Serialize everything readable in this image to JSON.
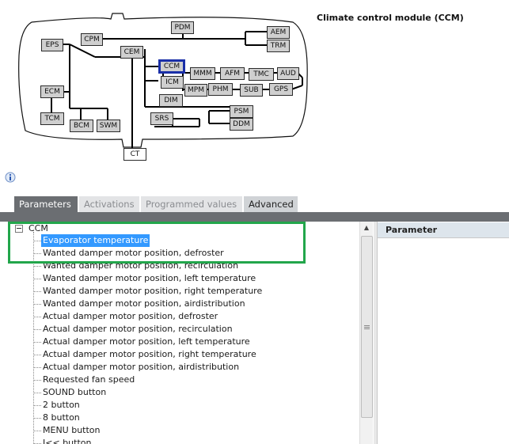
{
  "module_title": "Climate control module (CCM)",
  "diagram": {
    "modules": {
      "eps": "EPS",
      "cpm": "CPM",
      "pdm": "PDM",
      "aem": "AEM",
      "trm": "TRM",
      "cem": "CEM",
      "ccm": "CCM",
      "mmm": "MMM",
      "afm": "AFM",
      "tmc": "TMC",
      "aud": "AUD",
      "icm": "ICM",
      "mpm": "MPM",
      "phm": "PHM",
      "sub": "SUB",
      "gps": "GPS",
      "dim": "DIM",
      "ecm": "ECM",
      "tcm": "TCM",
      "bcm": "BCM",
      "swm": "SWM",
      "srs": "SRS",
      "psm": "PSM",
      "ddm": "DDM",
      "ct": "CT"
    },
    "selected_module": "CCM"
  },
  "tabs": {
    "parameters": "Parameters",
    "activations": "Activations",
    "programmed_values": "Programmed values",
    "advanced": "Advanced",
    "active": "Parameters"
  },
  "tree": {
    "root": "CCM",
    "selected": "Evaporator temperature",
    "items": [
      "Evaporator temperature",
      "Wanted damper motor position, defroster",
      "Wanted damper motor position, recirculation",
      "Wanted damper motor position, left temperature",
      "Wanted damper motor position, right temperature",
      "Wanted damper motor position, airdistribution",
      "Actual damper motor position, defroster",
      "Actual damper motor position, recirculation",
      "Actual damper motor position, left temperature",
      "Actual damper motor position, right temperature",
      "Actual damper motor position, airdistribution",
      "Requested fan speed",
      "SOUND button",
      "2 button",
      "8 button",
      "MENU button",
      "I<< button"
    ]
  },
  "param_panel": {
    "header": "Parameter"
  },
  "colors": {
    "selection": "#3399ff",
    "highlight_box": "#22a64b",
    "selected_module_border": "#1a2fa8",
    "tab_active": "#6b6e72"
  },
  "icons": {
    "info": "info-icon",
    "expander": "minus-box-icon",
    "scroll_up": "arrow-up-icon"
  }
}
